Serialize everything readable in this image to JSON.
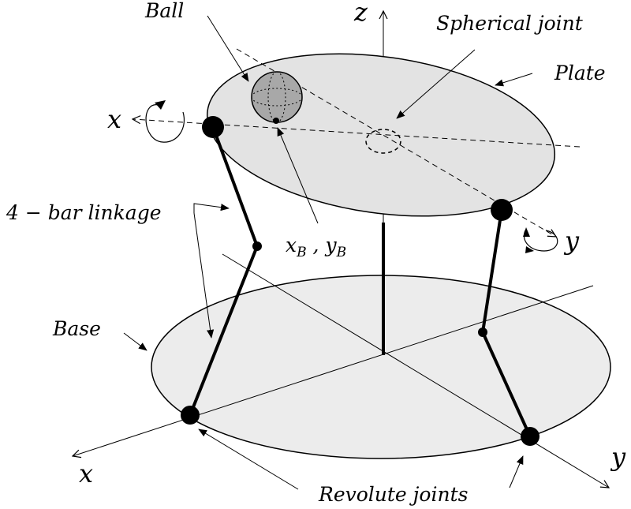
{
  "labels": {
    "z": "z",
    "ball": "Ball",
    "spherical_joint": "Spherical joint",
    "plate": "Plate",
    "x_upper": "x",
    "y_upper": "y",
    "linkage": "4 − bar linkage",
    "ball_pos_x": "x",
    "ball_pos_x_sub": "B",
    "ball_pos_sep": " , ",
    "ball_pos_y": "y",
    "ball_pos_y_sub": "B",
    "base": "Base",
    "x_lower": "x",
    "y_lower": "y",
    "revolute_joints": "Revolute joints"
  },
  "colors": {
    "plate_fill": "#e3e3e3",
    "base_fill": "#ececec",
    "ball_fill": "#a8a8a8",
    "ink": "#000000"
  }
}
